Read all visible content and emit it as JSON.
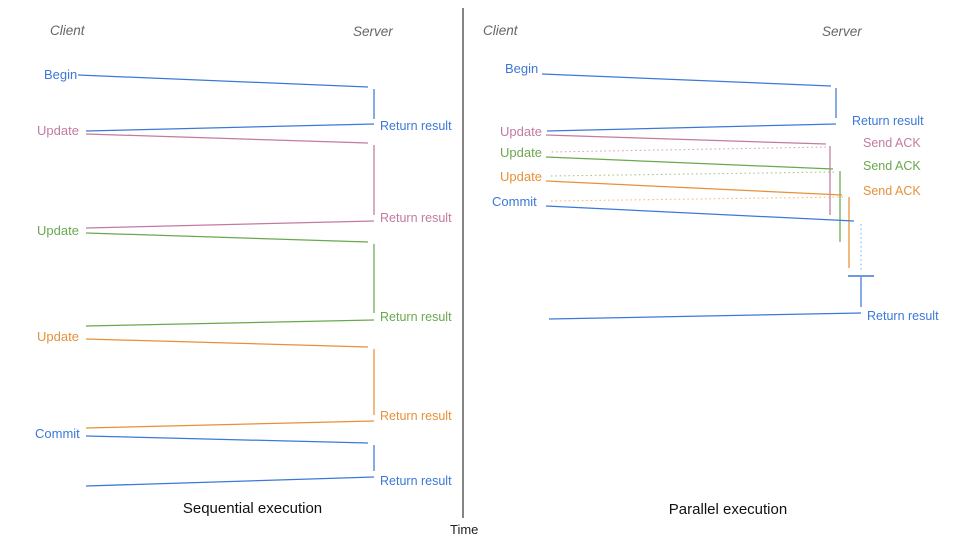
{
  "colors": {
    "blue": "#3c78d8",
    "pink": "#c27ba0",
    "green": "#6aa84f",
    "orange": "#e69138",
    "blue_light": "#8fb3ef",
    "pink_light": "#d5a6bd",
    "green_light": "#a2c98f",
    "orange_light": "#f3bd7e",
    "axis": "#3b3b3b",
    "header": "#666666"
  },
  "time_label": "Time",
  "panels": [
    {
      "title": "Sequential execution",
      "client": "Client",
      "server": "Server",
      "messages": [
        {
          "label": "Begin",
          "response": "Return result"
        },
        {
          "label": "Update",
          "response": "Return result"
        },
        {
          "label": "Update",
          "response": "Return result"
        },
        {
          "label": "Update",
          "response": "Return result"
        },
        {
          "label": "Commit",
          "response": "Return result"
        }
      ]
    },
    {
      "title": "Parallel execution",
      "client": "Client",
      "server": "Server",
      "messages": [
        {
          "label": "Begin",
          "response": "Return result"
        },
        {
          "label": "Update",
          "response": "Send ACK"
        },
        {
          "label": "Update",
          "response": "Send ACK"
        },
        {
          "label": "Update",
          "response": "Send ACK"
        },
        {
          "label": "Commit",
          "response": "Return result"
        }
      ]
    }
  ]
}
